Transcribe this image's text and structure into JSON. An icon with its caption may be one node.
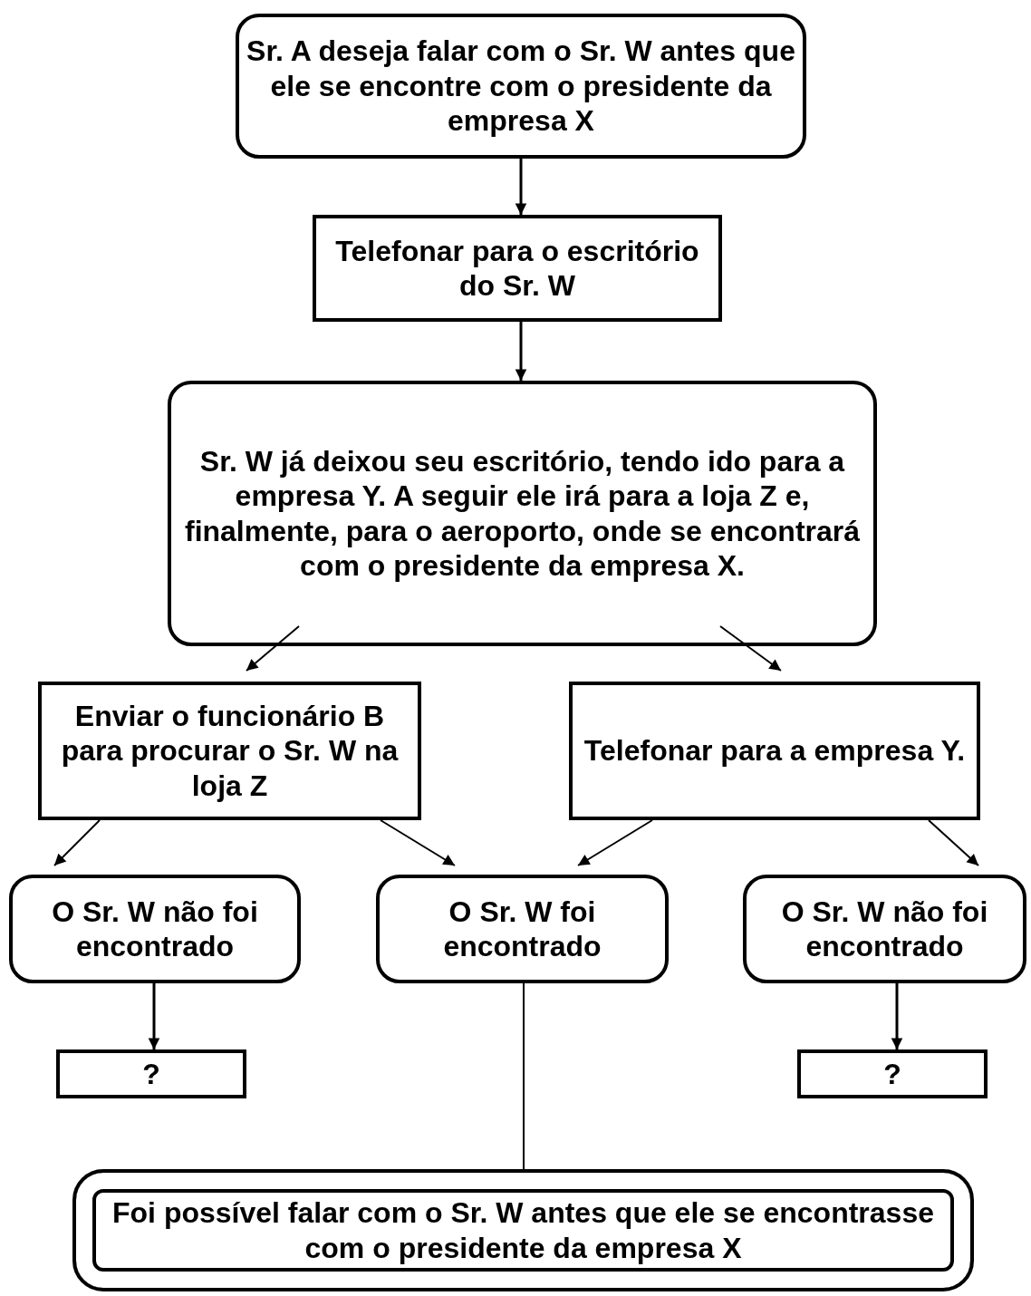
{
  "diagram": {
    "nodes": [
      {
        "text": [
          "Sr. A deseja falar com o Sr. W antes que ele se encontre com o presidente da empresa X"
        ]
      },
      {
        "text": [
          "Telefonar para o escritório do Sr. W"
        ]
      },
      {
        "text": [
          "Sr. W já deixou seu escritório, tendo ido para a empresa Y. A seguir ele irá para a loja Z e, finalmente, para o aeroporto, onde se encontrará com o presidente da empresa X."
        ]
      },
      {
        "text": [
          "Enviar o funcionário B para procurar o Sr. W na loja Z"
        ]
      },
      {
        "text": [
          "Telefonar para a empresa Y."
        ]
      },
      {
        "text": [
          "O Sr. W não foi encontrado"
        ]
      },
      {
        "text": [
          "O Sr. W foi encontrado"
        ]
      },
      {
        "text": [
          "O Sr. W não foi encontrado"
        ]
      },
      {
        "text": [
          "?"
        ]
      },
      {
        "text": [
          "?"
        ]
      },
      {
        "text": [
          "Foi possível falar com o Sr. W antes que ele se encontrasse com o presidente da empresa X"
        ]
      }
    ],
    "edges": [
      {
        "from": 0,
        "to": 1,
        "arrow": "to"
      },
      {
        "from": 1,
        "to": 2,
        "arrow": "to"
      },
      {
        "from": 2,
        "to": 3,
        "arrow": "to"
      },
      {
        "from": 2,
        "to": 4,
        "arrow": "to"
      },
      {
        "from": 3,
        "to": 5,
        "arrow": "to"
      },
      {
        "from": 3,
        "to": 6,
        "arrow": "to"
      },
      {
        "from": 4,
        "to": 6,
        "arrow": "to"
      },
      {
        "from": 4,
        "to": 7,
        "arrow": "to"
      },
      {
        "from": 5,
        "to": 8,
        "arrow": "to"
      },
      {
        "from": 7,
        "to": 9,
        "arrow": "to"
      },
      {
        "from": 6,
        "to": 10,
        "arrow": "none"
      }
    ]
  }
}
